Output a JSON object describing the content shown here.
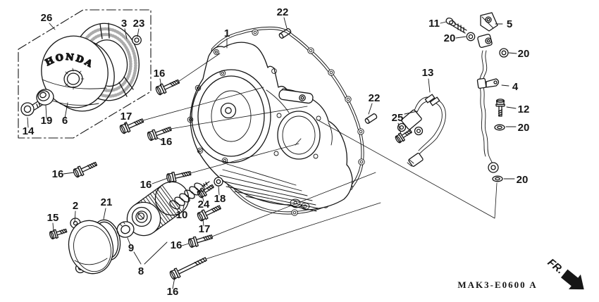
{
  "diagram": {
    "brand_text": "HONDA",
    "figure_code": "MAK3-E0600 A",
    "direction_label": "FR.",
    "ink": "#161616",
    "paper": "#ffffff"
  },
  "callouts": [
    {
      "t": "26"
    },
    {
      "t": "3"
    },
    {
      "t": "23"
    },
    {
      "t": "22"
    },
    {
      "t": "1"
    },
    {
      "t": "11"
    },
    {
      "t": "5"
    },
    {
      "t": "20"
    },
    {
      "t": "20"
    },
    {
      "t": "16"
    },
    {
      "t": "13"
    },
    {
      "t": "4"
    },
    {
      "t": "22"
    },
    {
      "t": "12"
    },
    {
      "t": "17"
    },
    {
      "t": "25"
    },
    {
      "t": "19"
    },
    {
      "t": "6"
    },
    {
      "t": "20"
    },
    {
      "t": "14"
    },
    {
      "t": "16"
    },
    {
      "t": "16"
    },
    {
      "t": "20"
    },
    {
      "t": "16"
    },
    {
      "t": "18"
    },
    {
      "t": "21"
    },
    {
      "t": "24"
    },
    {
      "t": "2"
    },
    {
      "t": "10"
    },
    {
      "t": "15"
    },
    {
      "t": "17"
    },
    {
      "t": "16"
    },
    {
      "t": "9"
    },
    {
      "t": "8"
    },
    {
      "t": "16"
    }
  ]
}
